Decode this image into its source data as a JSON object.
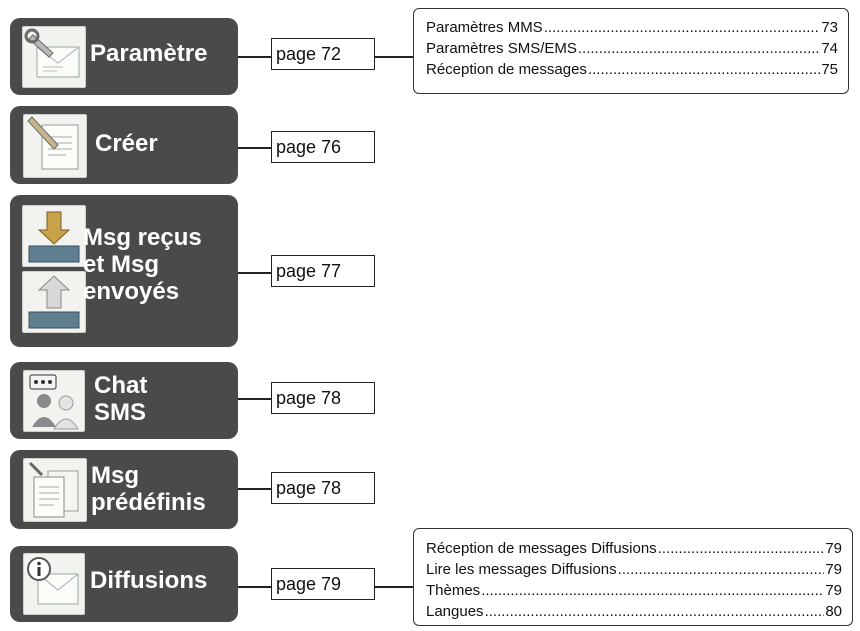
{
  "sections": [
    {
      "id": "parametre",
      "icon": "settings-letter-icon",
      "label_lines": [
        "Paramètre"
      ],
      "page": "page 72",
      "toc": [
        {
          "title": "Paramètres MMS",
          "page": "73"
        },
        {
          "title": "Paramètres SMS/EMS",
          "page": "74"
        },
        {
          "title": "Réception de messages",
          "page": "75"
        }
      ]
    },
    {
      "id": "creer",
      "icon": "compose-pencil-icon",
      "label_lines": [
        "Créer"
      ],
      "page": "page 76",
      "toc": []
    },
    {
      "id": "msg-recus-envoyes",
      "icon": "inbox-outbox-icon",
      "label_lines": [
        "Msg reçus",
        "et Msg",
        "envoyés"
      ],
      "page": "page 77",
      "toc": []
    },
    {
      "id": "chat-sms",
      "icon": "chat-people-icon",
      "label_lines": [
        "Chat",
        "SMS"
      ],
      "page": "page 78",
      "toc": []
    },
    {
      "id": "msg-predefinis",
      "icon": "template-documents-icon",
      "label_lines": [
        "Msg",
        "prédéfinis"
      ],
      "page": "page 78",
      "toc": []
    },
    {
      "id": "diffusions",
      "icon": "info-broadcast-icon",
      "label_lines": [
        "Diffusions"
      ],
      "page": "page 79",
      "toc": [
        {
          "title": "Réception de messages Diffusions",
          "page": "79"
        },
        {
          "title": "Lire les messages Diffusions",
          "page": "79"
        },
        {
          "title": "Thèmes",
          "page": "79"
        },
        {
          "title": "Langues",
          "page": "80"
        }
      ]
    }
  ]
}
